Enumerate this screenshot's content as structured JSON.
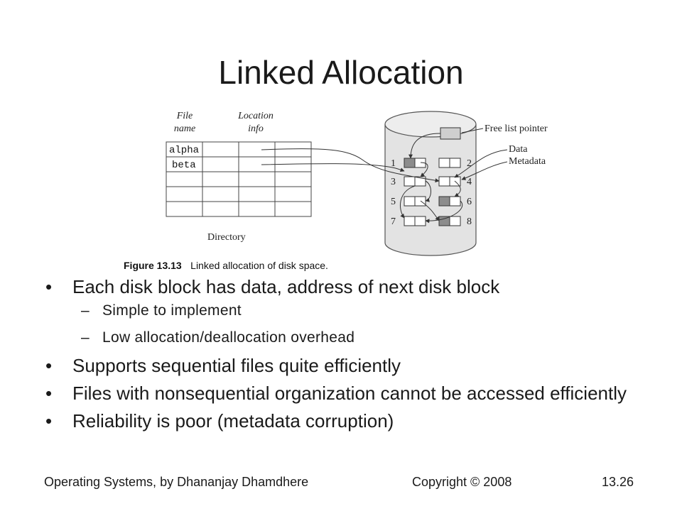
{
  "slide": {
    "title": "Linked Allocation"
  },
  "figure": {
    "labels": {
      "file_name_line1": "File",
      "file_name_line2": "name",
      "location_info_line1": "Location",
      "location_info_line2": "info",
      "directory": "Directory",
      "free_list_pointer": "Free list pointer",
      "data": "Data",
      "metadata": "Metadata"
    },
    "directory_entries": [
      "alpha",
      "beta"
    ],
    "block_numbers": [
      "1",
      "2",
      "3",
      "4",
      "5",
      "6",
      "7",
      "8"
    ],
    "caption_label": "Figure 13.13",
    "caption_text": "Linked allocation of disk space."
  },
  "bullets": [
    {
      "text": "Each disk block has data, address of next disk block",
      "sub": [
        "Simple to implement",
        "Low allocation/deallocation  overhead"
      ]
    },
    {
      "text": "Supports sequential files quite efficiently"
    },
    {
      "text": "Files with nonsequential organization cannot be accessed efficiently"
    },
    {
      "text": "Reliability is poor (metadata corruption)"
    }
  ],
  "footer": {
    "left": "Operating Systems, by Dhananjay Dhamdhere",
    "center": "Copyright © 2008",
    "right": "13.26"
  }
}
